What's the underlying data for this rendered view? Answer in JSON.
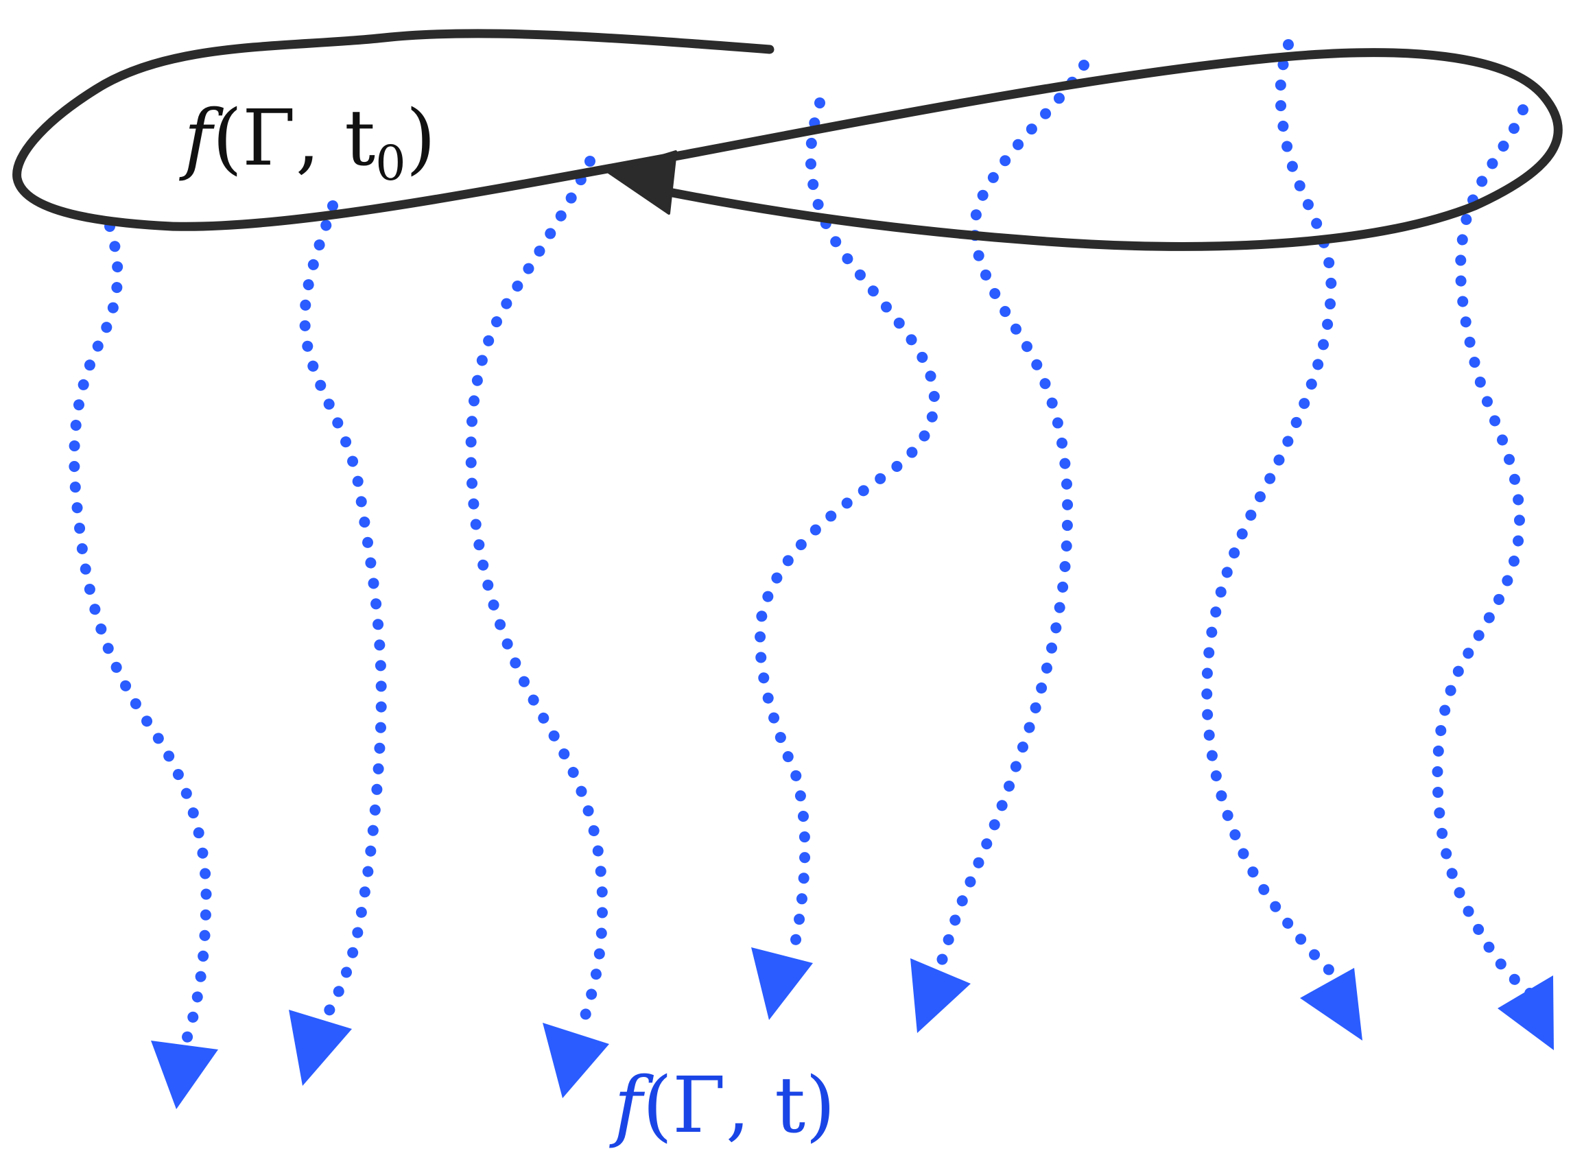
{
  "colors": {
    "contour": "#2b2b2b",
    "trajectory": "#2a5cff",
    "label_initial": "#111111",
    "label_final": "#1a45e6"
  },
  "labels": {
    "initial": {
      "fn": "f",
      "args": "(Γ, t",
      "subscript": "0",
      "close": ")"
    },
    "final": {
      "fn": "f",
      "args": "(Γ, t)"
    }
  },
  "trajectory_count": 7
}
